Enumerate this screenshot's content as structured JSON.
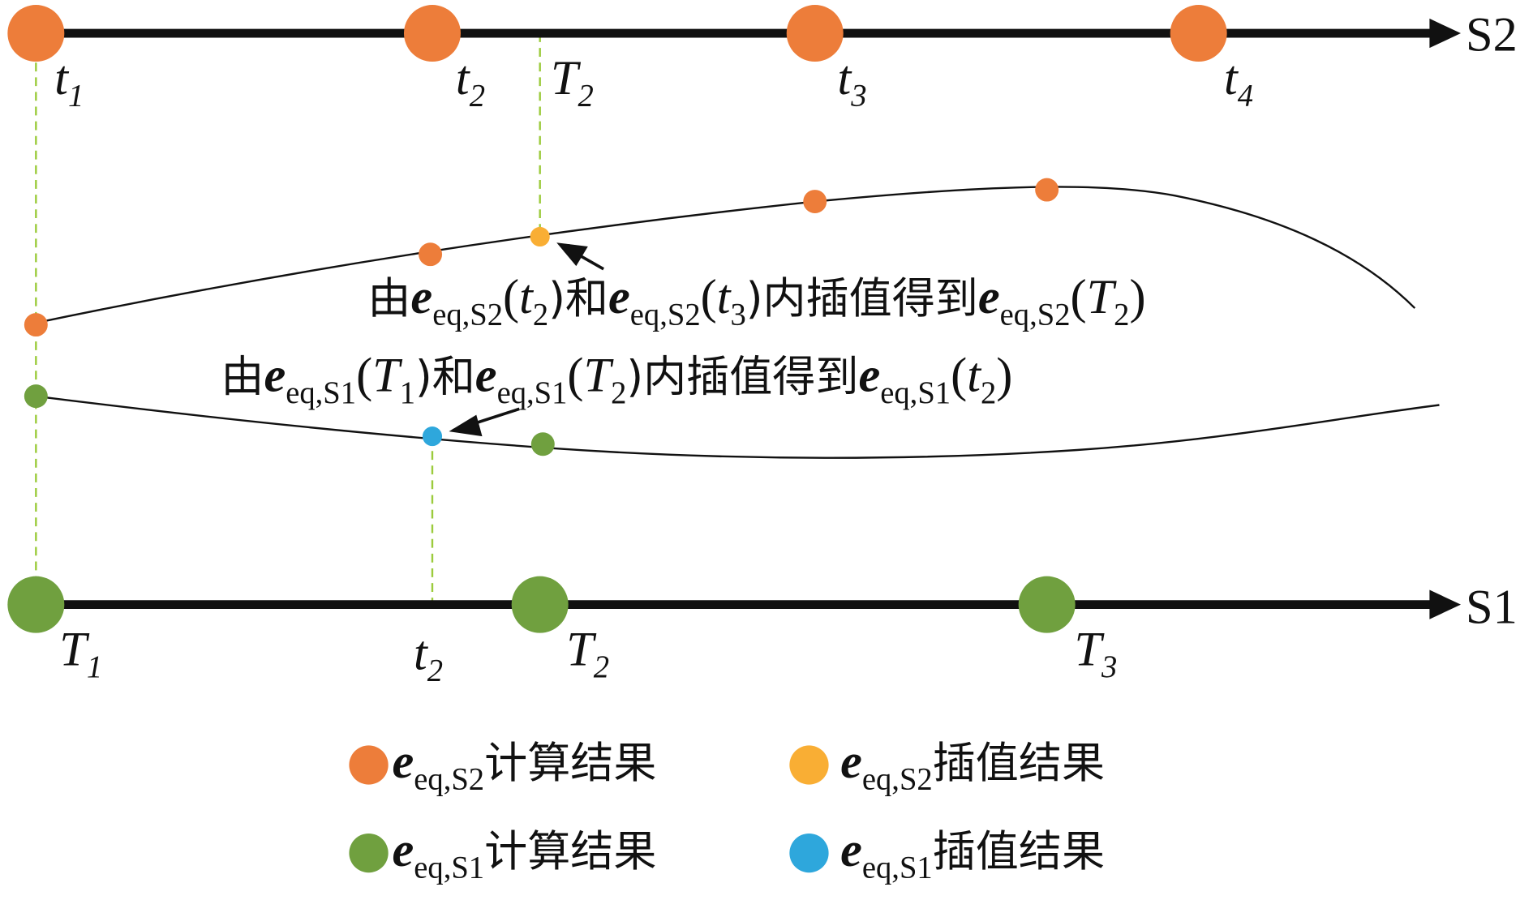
{
  "axes": {
    "top": "S2",
    "bottom": "S1"
  },
  "top_ticks": [
    {
      "base": "t",
      "sub": "1"
    },
    {
      "base": "t",
      "sub": "2"
    },
    {
      "base": "T",
      "sub": "2"
    },
    {
      "base": "t",
      "sub": "3"
    },
    {
      "base": "t",
      "sub": "4"
    }
  ],
  "bottom_ticks": [
    {
      "base": "T",
      "sub": "1"
    },
    {
      "base": "t",
      "sub": "2"
    },
    {
      "base": "T",
      "sub": "2"
    },
    {
      "base": "T",
      "sub": "3"
    }
  ],
  "annotations": {
    "s2": {
      "p1": "由",
      "e": "e",
      "sub": "eq,S2",
      "a1": "(",
      "t2": "t",
      "t2s": "2",
      "a2": ")和",
      "t3": "t",
      "t3s": "3",
      "a3": ")内插值得到",
      "T2": "T",
      "T2s": "2",
      "a4": ")"
    },
    "s1": {
      "p1": "由",
      "e": "e",
      "sub": "eq,S1",
      "a1": "(",
      "T1": "T",
      "T1s": "1",
      "a2": ")和",
      "T2": "T",
      "T2s": "2",
      "a3": ")内插值得到",
      "t2": "t",
      "t2s": "2",
      "a4": ")"
    }
  },
  "legend": [
    {
      "e": "e",
      "sub": "eq,S2",
      "text": "计算结果",
      "color": "#ED7D3A"
    },
    {
      "e": "e",
      "sub": "eq,S2",
      "text": "插值结果",
      "color": "#F9AE34"
    },
    {
      "e": "e",
      "sub": "eq,S1",
      "text": "计算结果",
      "color": "#70A03F"
    },
    {
      "e": "e",
      "sub": "eq,S1",
      "text": "插值结果",
      "color": "#2EA7DC"
    }
  ],
  "colors": {
    "orange": "#ED7D3A",
    "yellow": "#F9AE34",
    "green": "#70A03F",
    "blue": "#2EA7DC",
    "guide": "#9BCB3C"
  }
}
